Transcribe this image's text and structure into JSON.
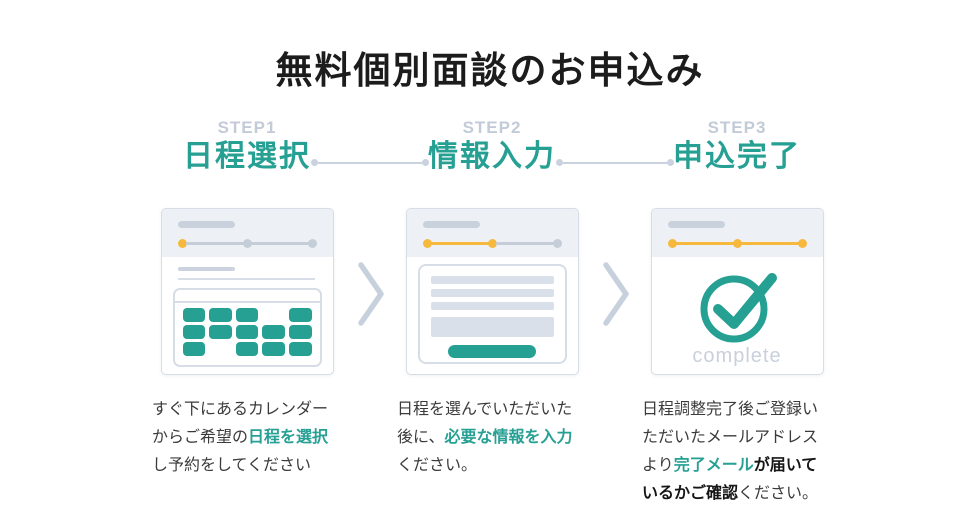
{
  "page": {
    "title": "無料個別面談のお申込み"
  },
  "colors": {
    "accent_teal": "#27A094",
    "accent_orange": "#F6B83D",
    "muted_blue_gray": "#C5CDD8"
  },
  "steps": [
    {
      "step": "STEP1",
      "label": "日程選択"
    },
    {
      "step": "STEP2",
      "label": "情報入力"
    },
    {
      "step": "STEP3",
      "label": "申込完了"
    }
  ],
  "cards": [
    {
      "name": "schedule",
      "progress": [
        1,
        0,
        0
      ],
      "calendar_grid": [
        [
          1,
          1,
          1,
          0,
          1
        ],
        [
          1,
          1,
          1,
          1,
          1
        ],
        [
          1,
          0,
          1,
          1,
          1
        ]
      ]
    },
    {
      "name": "form",
      "progress": [
        1,
        1,
        0
      ]
    },
    {
      "name": "complete",
      "progress": [
        1,
        1,
        1
      ],
      "complete_label": "complete"
    }
  ],
  "descriptions": [
    {
      "segments": [
        {
          "t": "すぐ下にあるカレンダー"
        },
        {
          "br": true
        },
        {
          "t": "からご希望の"
        },
        {
          "t": "日程を選択",
          "s": "teal-bold"
        },
        {
          "br": true
        },
        {
          "t": "し予約をしてください"
        }
      ]
    },
    {
      "segments": [
        {
          "t": "日程を選んでいただいた"
        },
        {
          "br": true
        },
        {
          "t": "後に、"
        },
        {
          "t": "必要な情報を入力",
          "s": "teal-bold"
        },
        {
          "br": true
        },
        {
          "t": "ください。"
        }
      ]
    },
    {
      "segments": [
        {
          "t": "日程調整完了後ご登録い"
        },
        {
          "br": true
        },
        {
          "t": "ただいたメールアドレス"
        },
        {
          "br": true
        },
        {
          "t": "より"
        },
        {
          "t": "完了メール",
          "s": "teal-bold"
        },
        {
          "t": "が届いて",
          "s": "bold"
        },
        {
          "br": true
        },
        {
          "t": "いるかご確認",
          "s": "bold"
        },
        {
          "t": "ください。"
        }
      ]
    }
  ]
}
